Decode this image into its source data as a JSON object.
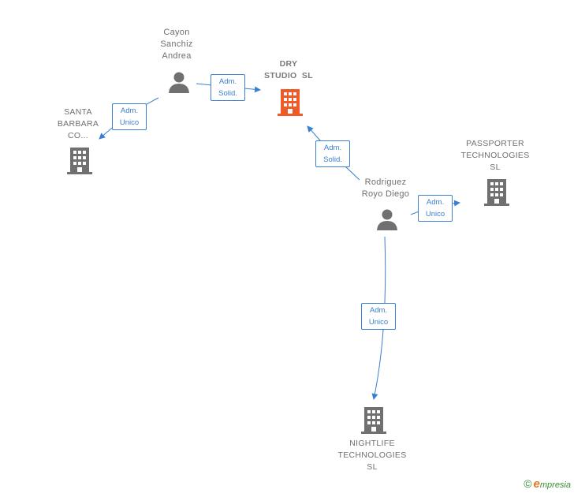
{
  "nodes": {
    "cayon": {
      "lines": [
        "Cayon",
        "Sanchiz",
        "Andrea"
      ],
      "icon": "person-icon",
      "color": "#707070"
    },
    "dry": {
      "lines": [
        "DRY",
        "STUDIO  SL"
      ],
      "icon": "building-icon",
      "color": "#f05a28"
    },
    "santa": {
      "lines": [
        "SANTA",
        "BARBARA",
        "CO..."
      ],
      "icon": "building-icon",
      "color": "#707070"
    },
    "passporter": {
      "lines": [
        "PASSPORTER",
        "TECHNOLOGIES",
        "SL"
      ],
      "icon": "building-icon",
      "color": "#707070"
    },
    "rodriguez": {
      "lines": [
        "Rodriguez",
        "Royo Diego"
      ],
      "icon": "person-icon",
      "color": "#707070"
    },
    "nightlife": {
      "lines": [
        "NIGHTLIFE",
        "TECHNOLOGIES",
        "SL"
      ],
      "icon": "building-icon",
      "color": "#707070"
    }
  },
  "relations": [
    {
      "from": "cayon",
      "to": "dry",
      "lines": [
        "Adm.",
        "Solid."
      ]
    },
    {
      "from": "cayon",
      "to": "santa",
      "lines": [
        "Adm.",
        "Unico"
      ]
    },
    {
      "from": "rodriguez",
      "to": "dry",
      "lines": [
        "Adm.",
        "Solid."
      ]
    },
    {
      "from": "rodriguez",
      "to": "passporter",
      "lines": [
        "Adm.",
        "Unico"
      ]
    },
    {
      "from": "rodriguez",
      "to": "nightlife",
      "lines": [
        "Adm.",
        "Unico"
      ]
    }
  ],
  "edge_color": "#3a7fd0",
  "brand": {
    "copyright": "©",
    "initial": "e",
    "rest": "mpresia"
  }
}
